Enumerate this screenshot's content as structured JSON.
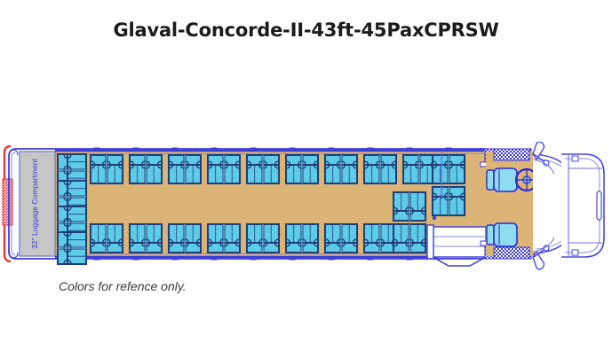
{
  "page": {
    "title": "Glaval-Concorde-II-43ft-45PaxCPRSW",
    "caption": "Colors for refence only."
  },
  "diagram": {
    "name": "bus-floor-plan",
    "orientation": "top-view, rear at left, front at right",
    "luggage_compartment_label": "32\" Luggage Compartment",
    "colors": {
      "seat_fill": "#5ecbe8",
      "seat_fill_light": "#8fdcf0",
      "seat_outline": "#1e3f7a",
      "aisle_floor": "#dcb475",
      "body_outline": "#3b3bd6",
      "body_outline_light": "#6f6fe0",
      "luggage_fill": "#c6c6c6",
      "luggage_text": "#3b3bd6",
      "rear_bumper": "#e23b3b",
      "rear_hatch": "#f07070",
      "wheelwell_pattern": "#3b3bd6",
      "glass_white": "#ffffff"
    },
    "regions": [
      {
        "name": "rear-bumper",
        "label": ""
      },
      {
        "name": "luggage-compartment",
        "label": "32\" Luggage Compartment"
      },
      {
        "name": "rear-bench-seating",
        "label": ""
      },
      {
        "name": "curbside-seat-row",
        "label": ""
      },
      {
        "name": "roadside-seat-row",
        "label": ""
      },
      {
        "name": "center-aisle",
        "label": ""
      },
      {
        "name": "entry-door-stairwell",
        "label": ""
      },
      {
        "name": "driver-seat",
        "label": ""
      },
      {
        "name": "front-passenger-seat",
        "label": ""
      },
      {
        "name": "steering-wheel",
        "label": ""
      },
      {
        "name": "front-wheel-well",
        "label": ""
      },
      {
        "name": "rear-wheel-well",
        "label": ""
      },
      {
        "name": "engine-hood",
        "label": ""
      },
      {
        "name": "side-mirror-left",
        "label": ""
      },
      {
        "name": "side-mirror-right",
        "label": ""
      }
    ],
    "seat_counts": {
      "rear_bench_pairs": 4,
      "top_row_pairs": 11,
      "bottom_row_pairs": 10,
      "driver_seats": 1,
      "front_passenger_seats": 1
    }
  }
}
